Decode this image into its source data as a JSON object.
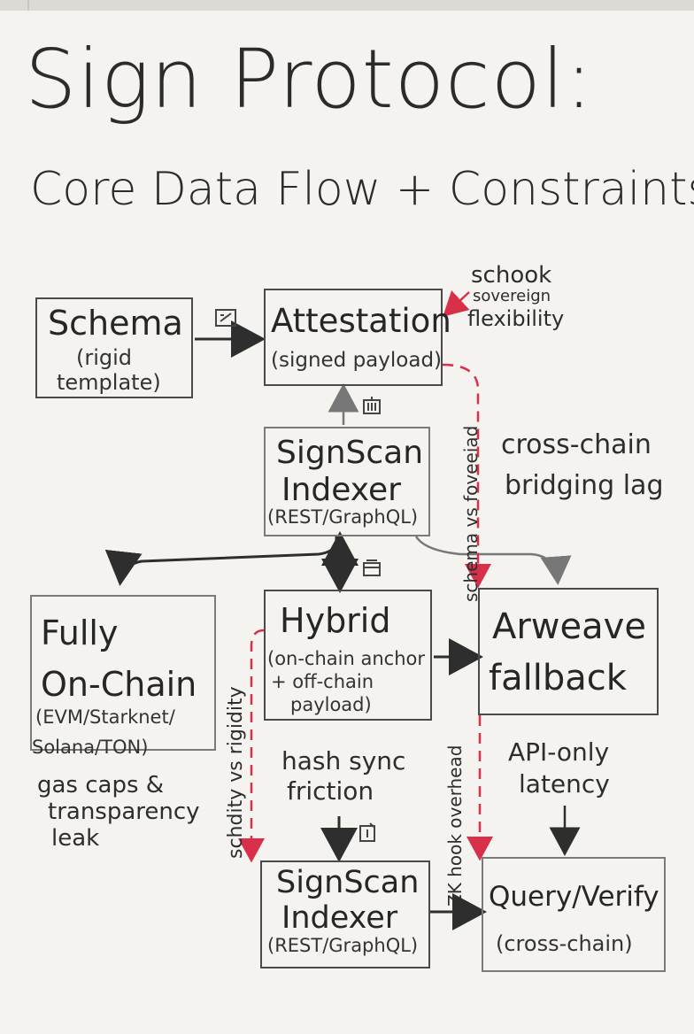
{
  "title": "Sign Protocol:",
  "subtitle": "Core Data Flow + Constraints",
  "nodes": {
    "schema": {
      "name": "Schema",
      "sub1": "(rigid",
      "sub2": "template)"
    },
    "attestation": {
      "name": "Attestation",
      "sub1": "(signed payload)"
    },
    "signscan_top": {
      "name1": "SignScan",
      "name2": "Indexer",
      "sub1": "(REST/GraphQL)"
    },
    "fully_onchain": {
      "name1": "Fully",
      "name2": "On-Chain",
      "sub1": "(EVM/Starknet/",
      "sub2": "Solana/TON)"
    },
    "hybrid": {
      "name": "Hybrid",
      "sub1": "(on-chain anchor",
      "sub2": "+ off-chain",
      "sub3": "payload)"
    },
    "arweave": {
      "name1": "Arweave",
      "name2": "fallback"
    },
    "signscan_bottom": {
      "name1": "SignScan",
      "name2": "Indexer",
      "sub1": "(REST/GraphQL)"
    },
    "query_verify": {
      "name1": "Query/Verify",
      "sub1": "(cross-chain)"
    }
  },
  "annotations": {
    "schook": "schook",
    "sovereign": "sovereign",
    "flexibility": "flexibility",
    "cross_chain_1": "cross-chain",
    "cross_chain_2": "bridging lag",
    "schema_vs": "schema vs foveeiad",
    "gas_1": "gas caps &",
    "gas_2": "transparency",
    "gas_3": "leak",
    "schdity": "schdity vs rigidity",
    "hash_1": "hash sync",
    "hash_2": "friction",
    "zk": "ZK hook overhead",
    "api_1": "API-only",
    "api_2": "latency"
  },
  "colors": {
    "ink": "#2b2b2b",
    "accent_red": "#d9304a",
    "box_border": "#4a4a4a",
    "paper": "#f4f3ef"
  },
  "icons": [
    "edit-doc-icon",
    "server-icon",
    "database-icon",
    "document-icon"
  ]
}
